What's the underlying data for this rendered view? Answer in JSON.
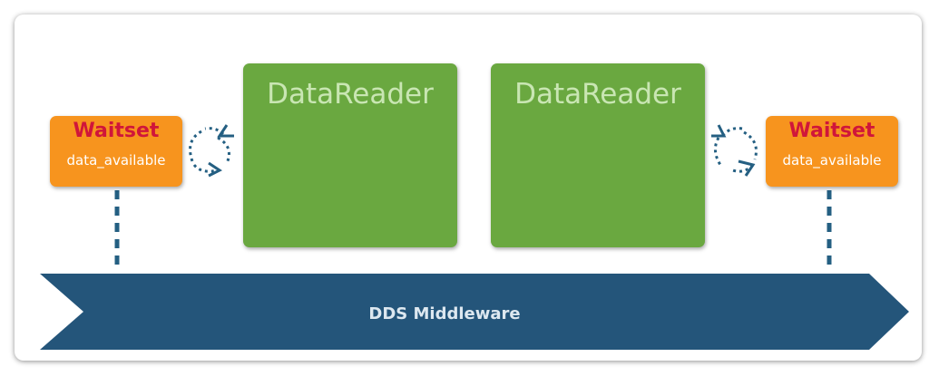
{
  "colors": {
    "reader_fill": "#6aa840",
    "reader_text": "#c9e6b3",
    "waitset_fill": "#f7941e",
    "waitset_title": "#d0163a",
    "waitset_text": "#ffffff",
    "middleware_fill": "#24557a",
    "middleware_text": "#dde8f0",
    "connector": "#245f82"
  },
  "data_readers": [
    {
      "label": "DataReader"
    },
    {
      "label": "DataReader"
    }
  ],
  "waitsets": [
    {
      "title": "Waitset",
      "event": "data_available"
    },
    {
      "title": "Waitset",
      "event": "data_available"
    }
  ],
  "middleware": {
    "label": "DDS Middleware"
  }
}
